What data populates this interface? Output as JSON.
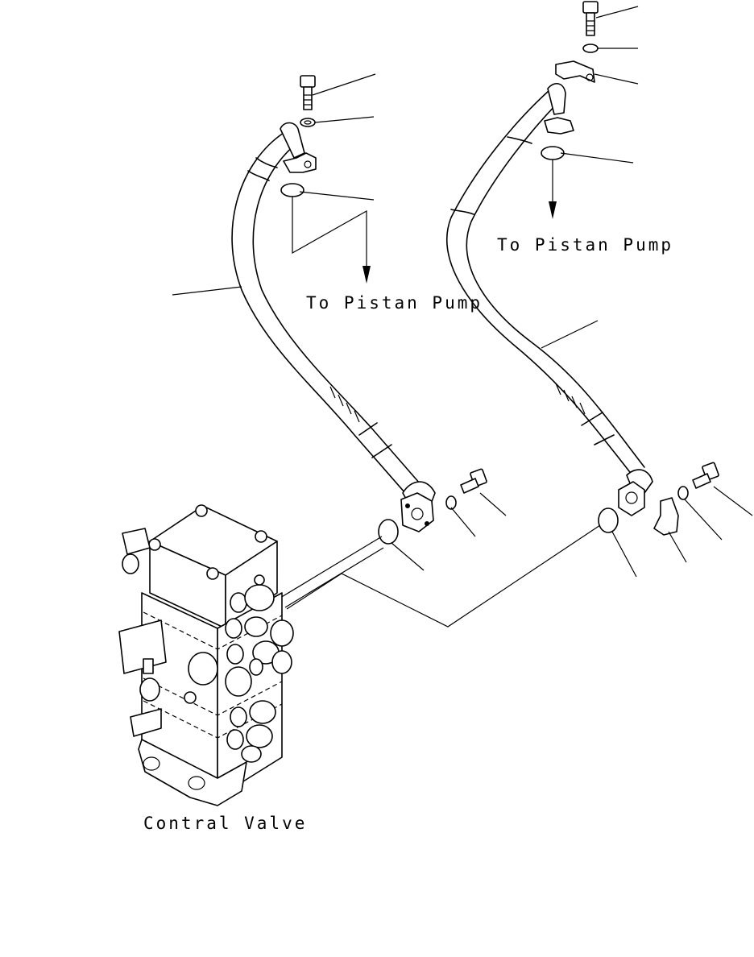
{
  "labels": {
    "pump_left": "To Pistan Pump",
    "pump_right": "To Pistan Pump",
    "valve": "Contral Valve"
  }
}
